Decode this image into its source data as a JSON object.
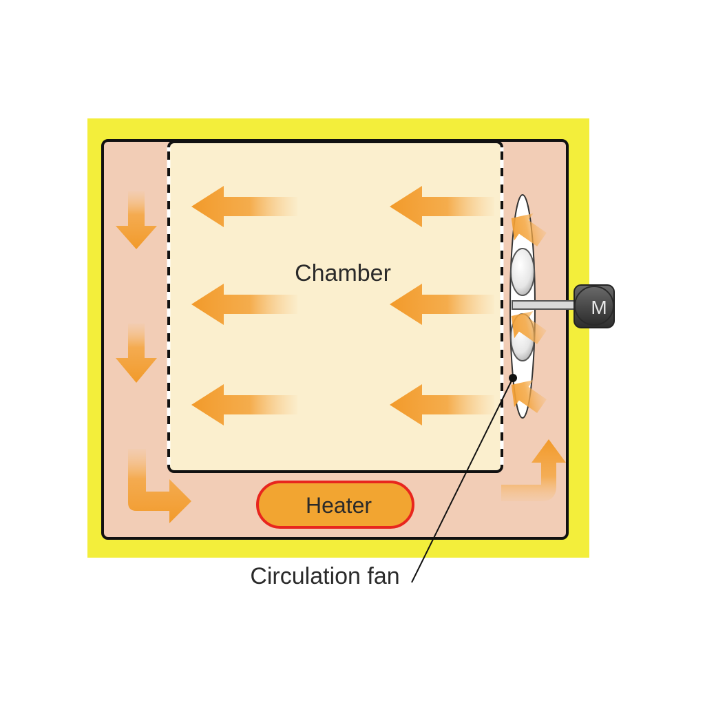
{
  "labels": {
    "chamber": "Chamber",
    "heater": "Heater",
    "motor": "M",
    "fan": "Circulation fan"
  },
  "colors": {
    "insulation": "#f3ee3b",
    "duct": "#f2cdb6",
    "chamber": "#fbefce",
    "arrow": "#f29a2a",
    "heater_fill": "#f2a531",
    "heater_border": "#e8261e",
    "motor": "#555555",
    "outline": "#111111"
  },
  "icons": {
    "airflow": "arrow-icon",
    "motor": "motor-icon",
    "fan": "fan-icon"
  }
}
